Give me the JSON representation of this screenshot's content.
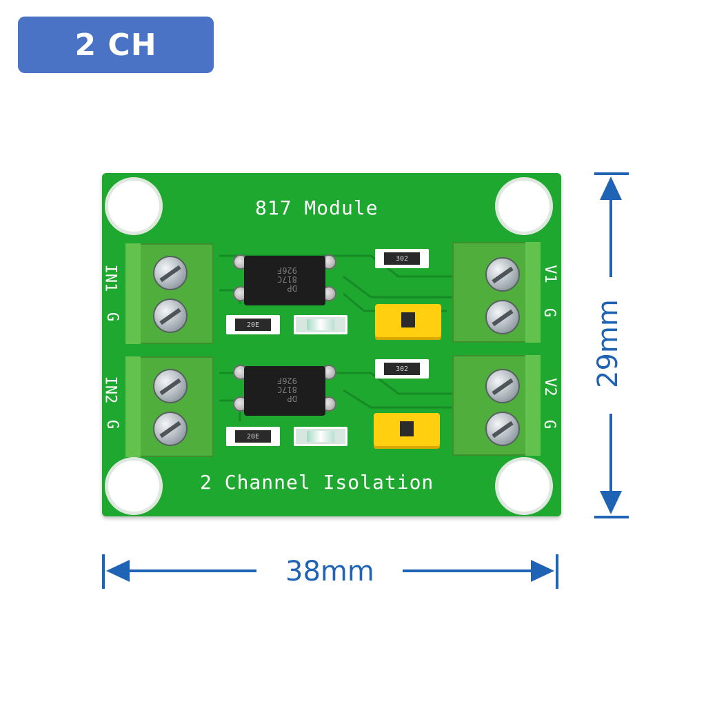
{
  "badge": {
    "label": "2 CH",
    "color": "#4a73c6"
  },
  "board": {
    "color": "#1fa82f",
    "title": "817 Module",
    "subtitle": "2 Channel Isolation",
    "left_labels": [
      "IN1",
      "G",
      "IN2",
      "G"
    ],
    "right_labels": [
      "V1",
      "G",
      "V2",
      "G"
    ],
    "chip_marking": [
      "DP",
      "817C",
      "926F"
    ],
    "resistor_markings": [
      "302",
      "20E",
      "302",
      "20E"
    ]
  },
  "dimensions": {
    "width": "38mm",
    "height": "29mm",
    "color": "#1f64b4"
  },
  "icons": [
    "screw-terminal-icon",
    "optocoupler-chip-icon",
    "jumper-icon",
    "arrow-left-icon",
    "arrow-right-icon",
    "arrow-up-icon",
    "arrow-down-icon"
  ]
}
